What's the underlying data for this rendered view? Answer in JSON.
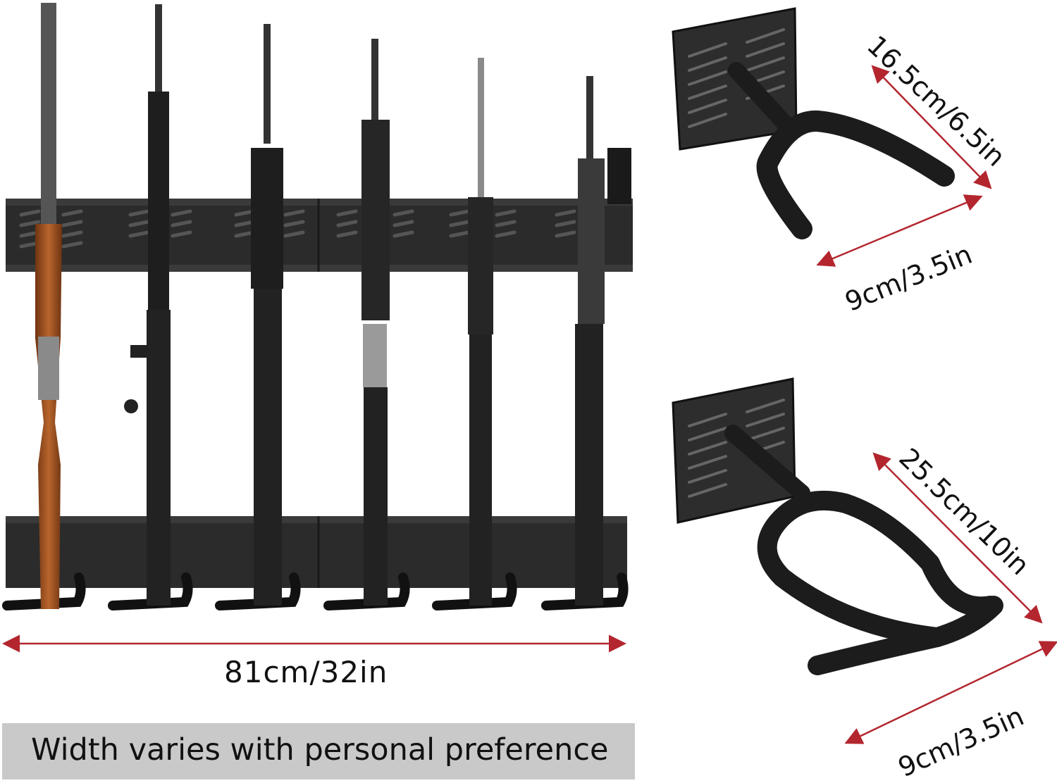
{
  "colors": {
    "dimension_arrow": "#b3262e",
    "rack": "#2a2a2a",
    "wood_stock": "#9a4f22",
    "caption_bg": "#c9c9c9"
  },
  "dimensions": {
    "total_width": "81cm/32in",
    "short_hook_length": "16.5cm/6.5in",
    "short_hook_width": "9cm/3.5in",
    "long_hook_length": "25.5cm/10in",
    "long_hook_width": "9cm/3.5in"
  },
  "caption": "Width varies with personal preference"
}
